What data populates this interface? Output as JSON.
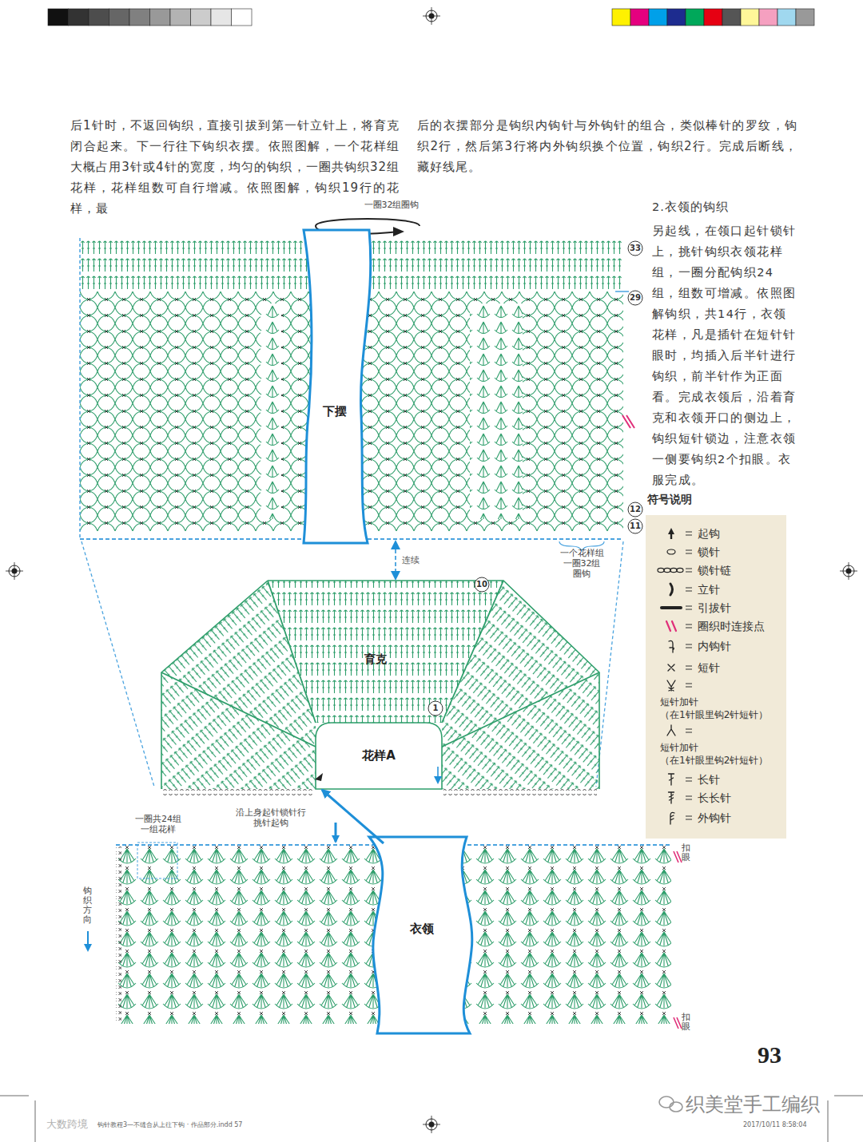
{
  "diagram": {
    "nodes": [
      {
        "text": [
          "下摆"
        ]
      },
      {
        "text": [
          "育克"
        ]
      },
      {
        "text": [
          "花样A"
        ],
        "in": 1
      },
      {
        "text": [
          "衣领"
        ]
      }
    ],
    "edges": [
      {
        "from": 1,
        "to": 0,
        "label": "连续",
        "arrow": "both"
      },
      {
        "from": 3,
        "to": 2,
        "arrow": "to"
      }
    ],
    "labels": [
      "后1针时，不返回钩织，直接引拔到第一针立针上，将育克闭合起来。下一行往下钩织衣摆。依照图解，一个花样组大概占用3针或4针的宽度，均匀的钩织，一圈共钩织32组花样，花样组数可自行增减。依照图解，钩织19行的花样，最",
      "后的衣摆部分是钩织内钩针与外钩针的组合，类似棒针的罗纹，钩织2行，然后第3行将内外钩织换个位置，钩织2行。完成后断线，藏好线尾。",
      "一圈32组圈钩",
      "33",
      "29",
      "12",
      "11",
      "一个花样组 一圈32组 圈钩",
      "10",
      "1",
      "2.衣领的钩织",
      "另起线，在领口起针锁针上，挑针钩织衣领花样组，一圈分配钩织24组，组数可增减。依照图解钩织，共14行，衣领花样，凡是插针在短针针眼时，均插入后半针进行钩织，前半针作为正面看。完成衣领后，沿着育克和衣领开口的侧边上，钩织短针锁边，注意衣领一侧要钩织2个扣眼。衣服完成。",
      "符号说明",
      "一圈共24组 一组花样",
      "沿上身起针锁针行 挑针起钩",
      "钩织方向",
      "扣眼",
      "扣眼",
      "93",
      "织美堂手工编织",
      "大数跨境",
      "钩针教程3—不缝合从上往下钩 · 作品部分.indd 57",
      "2017/10/11 8:58:04"
    ],
    "legend": [
      {
        "text": "起钩"
      },
      {
        "text": "锁针"
      },
      {
        "text": "锁针链"
      },
      {
        "text": "立针"
      },
      {
        "text": "引拔针"
      },
      {
        "text": "圈织时连接点"
      },
      {
        "text": "内钩针"
      },
      {
        "text": "短针"
      },
      {
        "text": "短针加针 （在1针眼里钩2针短针）"
      },
      {
        "text": "短针加针 （在1针眼里钩2针短针）"
      },
      {
        "text": "长针"
      },
      {
        "text": "长长针"
      },
      {
        "text": "外钩针"
      }
    ]
  }
}
